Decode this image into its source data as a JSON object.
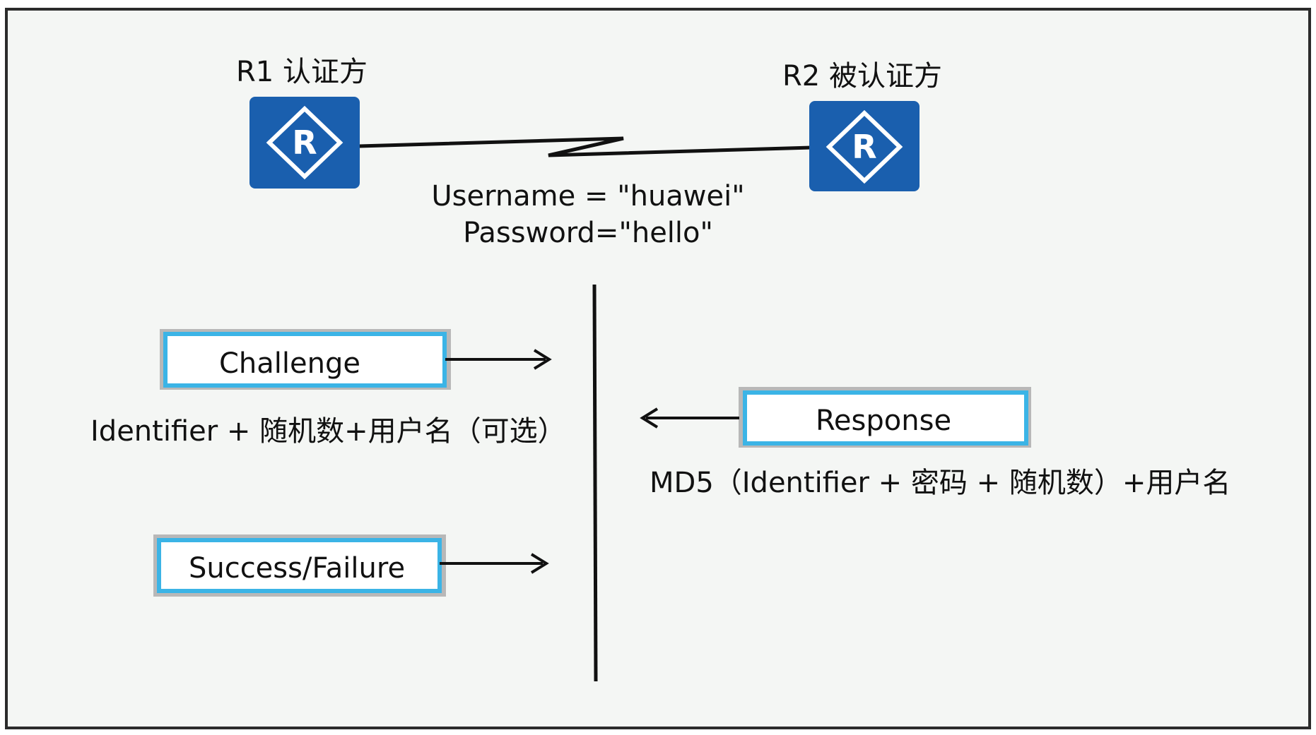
{
  "routers": {
    "r1": {
      "label": "R1 认证方",
      "icon_letter": "R"
    },
    "r2": {
      "label": "R2 被认证方",
      "icon_letter": "R"
    }
  },
  "credentials": {
    "username": "Username = \"huawei\"",
    "password": "Password=\"hello\""
  },
  "messages": {
    "challenge": "Challenge",
    "challenge_note": "Identifier + 随机数+用户名（可选）",
    "response": "Response",
    "response_note": "MD5（Identifier + 密码 + 随机数）+用户名",
    "result": "Success/Failure"
  },
  "colors": {
    "router_blue": "#1a5fae",
    "box_border": "#3bb4e6",
    "background": "#f4f6f4"
  }
}
